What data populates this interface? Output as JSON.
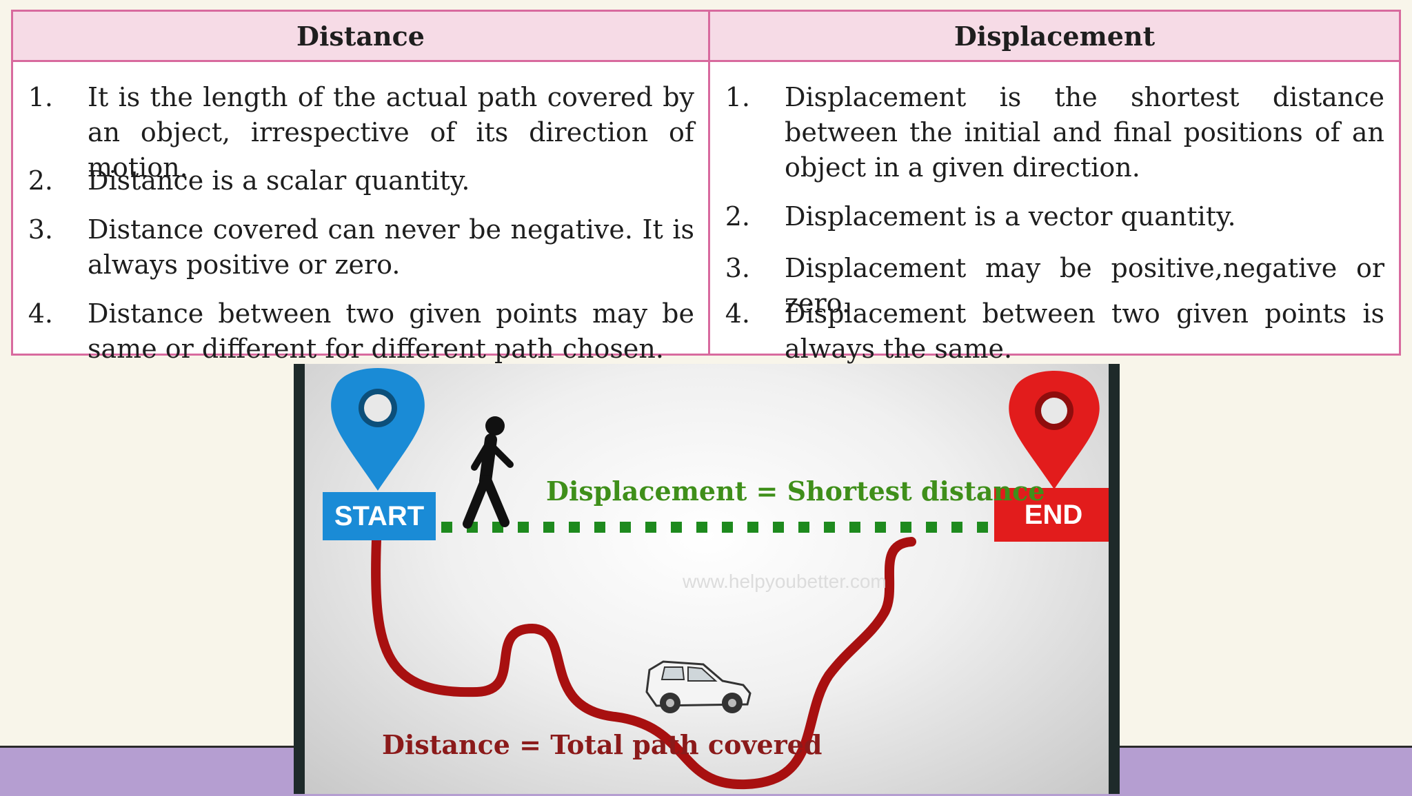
{
  "table": {
    "distance_header": "Distance",
    "displacement_header": "Displacement",
    "distance_items": [
      {
        "num": "1.",
        "text": "It is the length of the actual path covered by an object, irrespective of its direction of motion."
      },
      {
        "num": "2.",
        "text": "Distance is a scalar quantity."
      },
      {
        "num": "3.",
        "text": "Distance covered can never be negative. It is always positive or zero."
      },
      {
        "num": "4.",
        "text": "Distance between two given points may be same or different for different path chosen."
      }
    ],
    "displacement_items": [
      {
        "num": "1.",
        "text": "Displacement is the shortest distance between the initial and final positions of an object in a given direction."
      },
      {
        "num": "2.",
        "text": "Displacement is a vector quantity."
      },
      {
        "num": "3.",
        "text": "Displacement may be positive,negative or zero."
      },
      {
        "num": "4.",
        "text": "Displacement between two given points is always the same."
      }
    ]
  },
  "diagram": {
    "start_label": "START",
    "end_label": "END",
    "displacement_label": "Displacement = Shortest distance",
    "distance_label": "Distance = Total path covered",
    "watermark": "www.helpyoubetter.com",
    "colors": {
      "start": "#1a8bd6",
      "end": "#e21c1c",
      "path": "#a81010",
      "displacement_line": "#1e8a1e"
    },
    "icons": [
      "start-pin-icon",
      "end-pin-icon",
      "walking-person-icon",
      "car-icon"
    ]
  }
}
